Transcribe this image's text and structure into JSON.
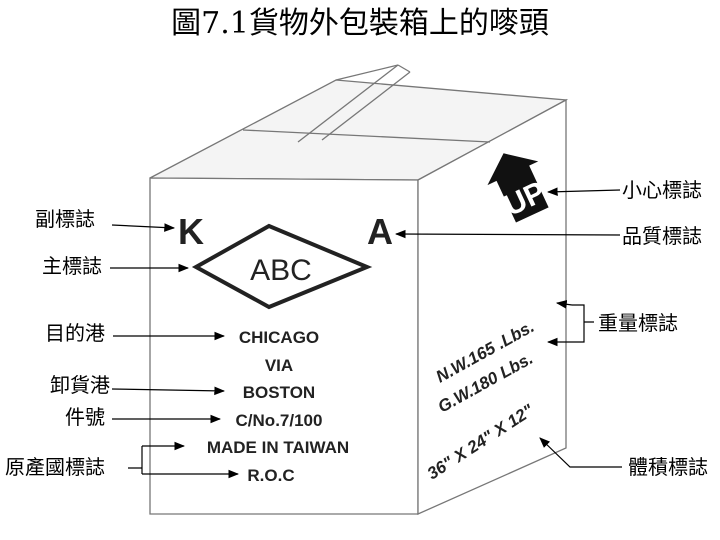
{
  "title": "圖7.1貨物外包裝箱上的嘜頭",
  "labels": {
    "sub_mark": "副標誌",
    "main_mark": "主標誌",
    "destination": "目的港",
    "discharge_port": "卸貨港",
    "case_no": "件號",
    "origin": "原產國標誌",
    "care": "小心標誌",
    "quality": "品質標誌",
    "weight": "重量標誌",
    "volume": "體積標誌"
  },
  "box_front": {
    "sub_letter": "K",
    "quality_letter": "A",
    "main_text": "ABC",
    "destination": "CHICAGO",
    "via": "VIA",
    "port": "BOSTON",
    "case_no": "C/No.7/100",
    "made_in": "MADE IN TAIWAN",
    "country": "R.O.C"
  },
  "box_side": {
    "up": "UP",
    "net_weight": "N.W.165 .Lbs.",
    "gross_weight": "G.W.180 Lbs.",
    "dimensions": "36\" X 24\" X 12\""
  }
}
